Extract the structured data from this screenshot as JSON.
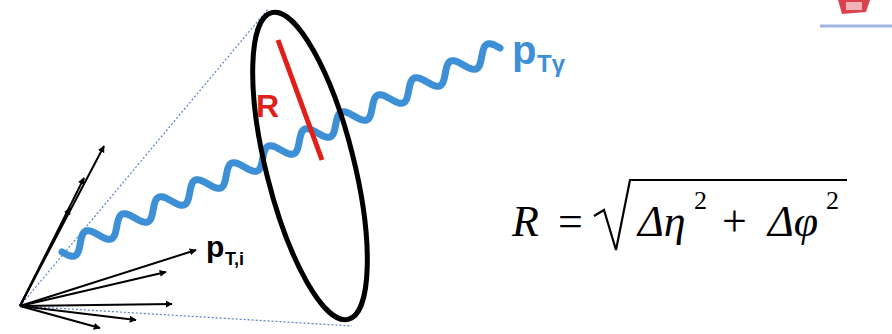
{
  "diagram": {
    "labels": [
      "R",
      "p",
      "Tγ",
      "p",
      "T,i",
      "R",
      "=",
      "Δη",
      "2",
      "+",
      "Δφ",
      "2"
    ]
  }
}
